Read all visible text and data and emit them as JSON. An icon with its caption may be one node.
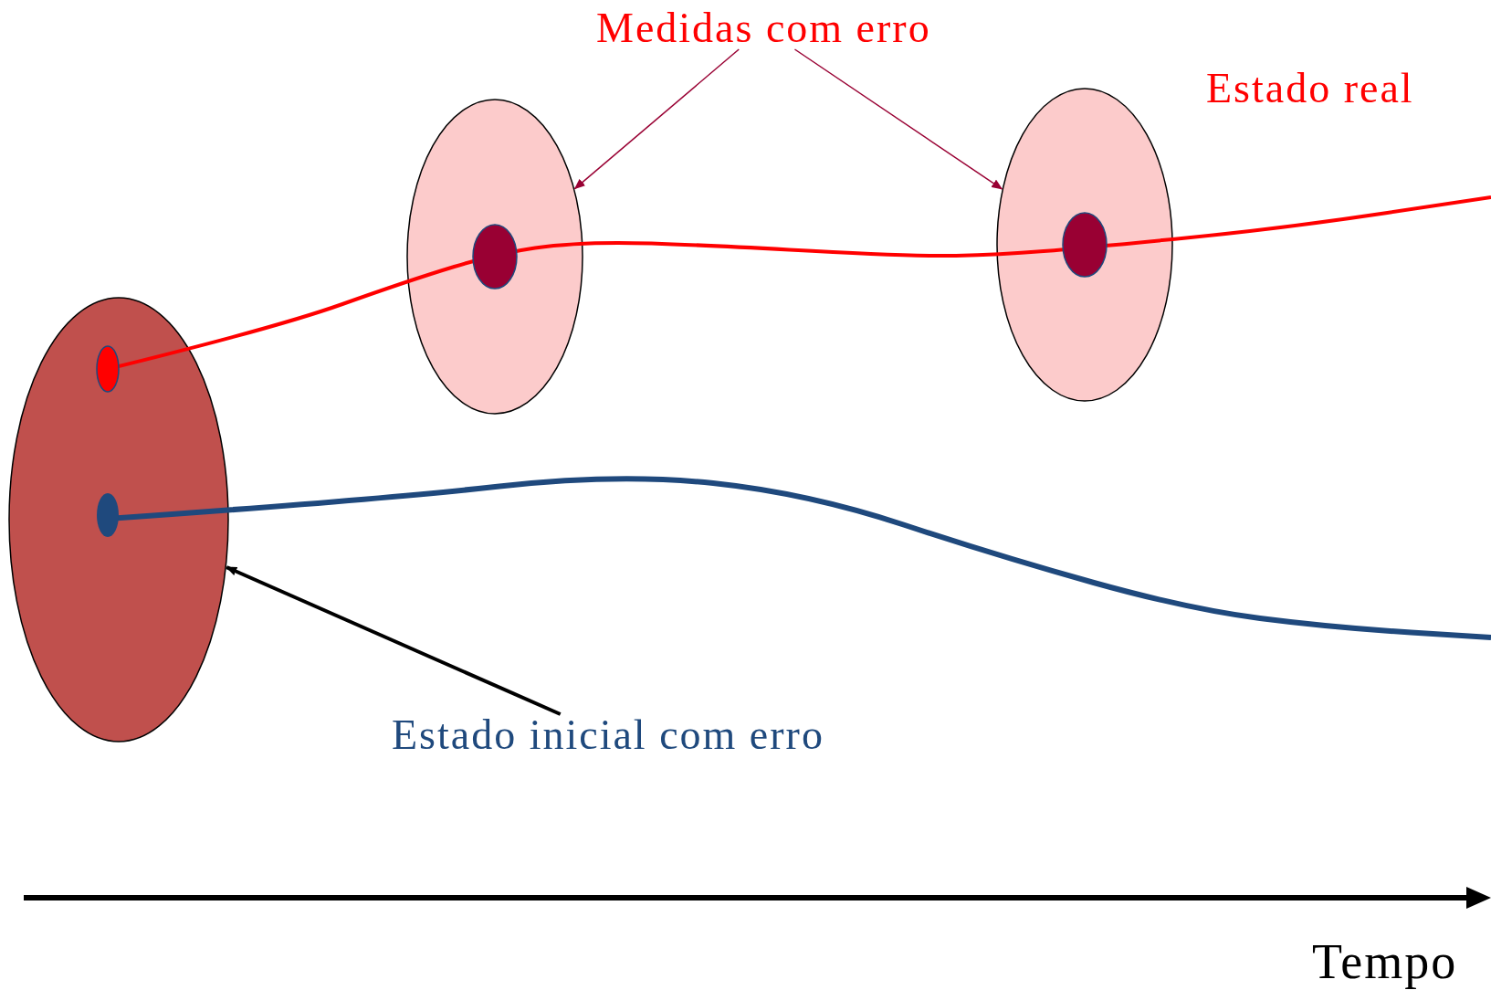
{
  "diagram": {
    "nodes": [
      {
        "text": [
          "Medidas com erro"
        ]
      },
      {
        "text": [],
        "shape": "ellipse"
      },
      {
        "text": [],
        "shape": "ellipse"
      },
      {
        "text": [],
        "shape": "ellipse"
      },
      {
        "text": [
          "Estado inicial com erro"
        ]
      }
    ],
    "edges": [
      {
        "from": 0,
        "to": 1,
        "arrow": "to"
      },
      {
        "from": 0,
        "to": 2,
        "arrow": "to"
      },
      {
        "from": 4,
        "to": 3,
        "arrow": "to",
        "style": "thick",
        "color": "#000000"
      }
    ],
    "labels": [
      "Estado real",
      "Tempo"
    ]
  }
}
